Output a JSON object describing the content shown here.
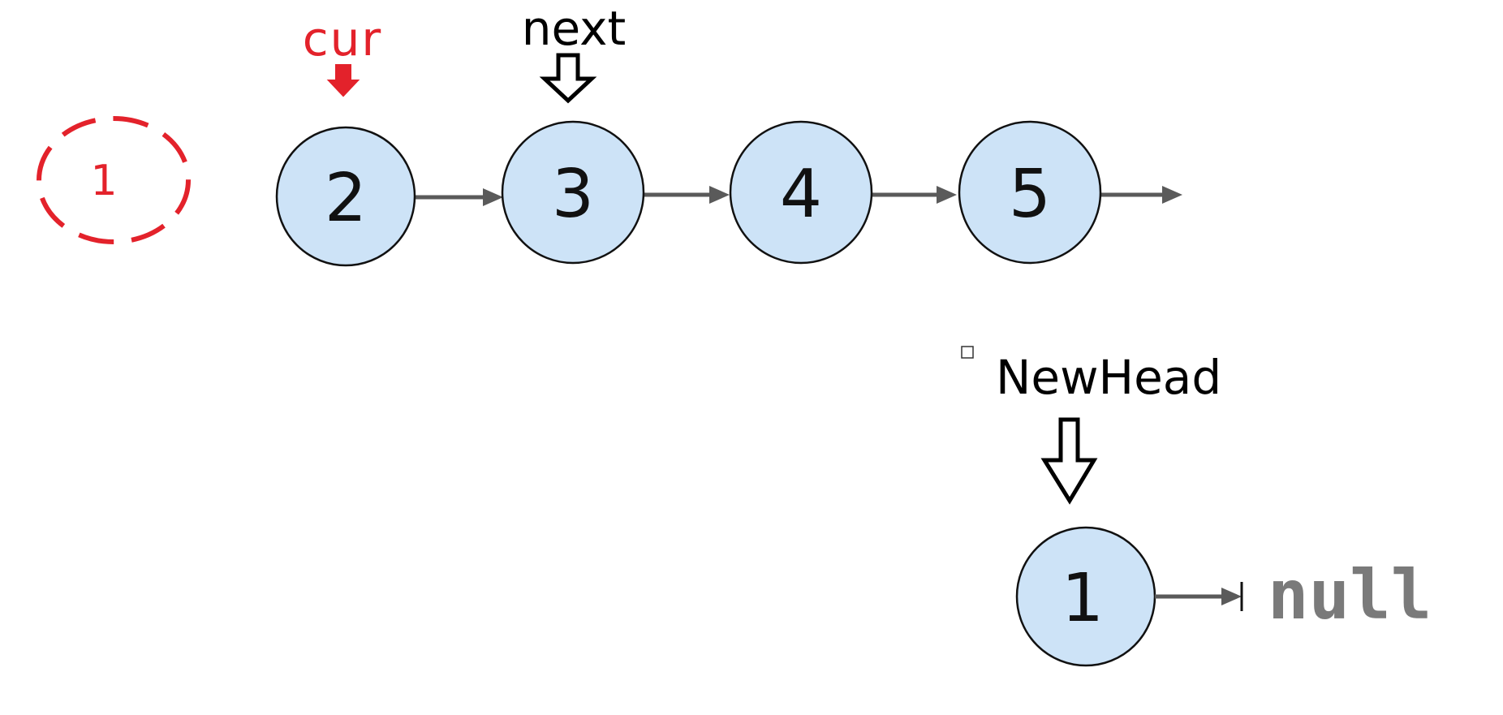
{
  "diagram": {
    "removed_node": {
      "label": "1",
      "color": "#e3222b"
    },
    "list_nodes": [
      {
        "label": "2"
      },
      {
        "label": "3"
      },
      {
        "label": "4"
      },
      {
        "label": "5"
      }
    ],
    "pointers": {
      "cur": {
        "label": "cur",
        "color": "#e3222b"
      },
      "next": {
        "label": "next"
      },
      "new_head": {
        "label": "NewHead"
      }
    },
    "new_list": {
      "node": {
        "label": "1"
      },
      "terminator": "null"
    },
    "colors": {
      "node_fill": "#cde3f7",
      "edge": "#5a5a5a",
      "highlight": "#e3222b",
      "null_text": "#7a7a7a"
    }
  }
}
